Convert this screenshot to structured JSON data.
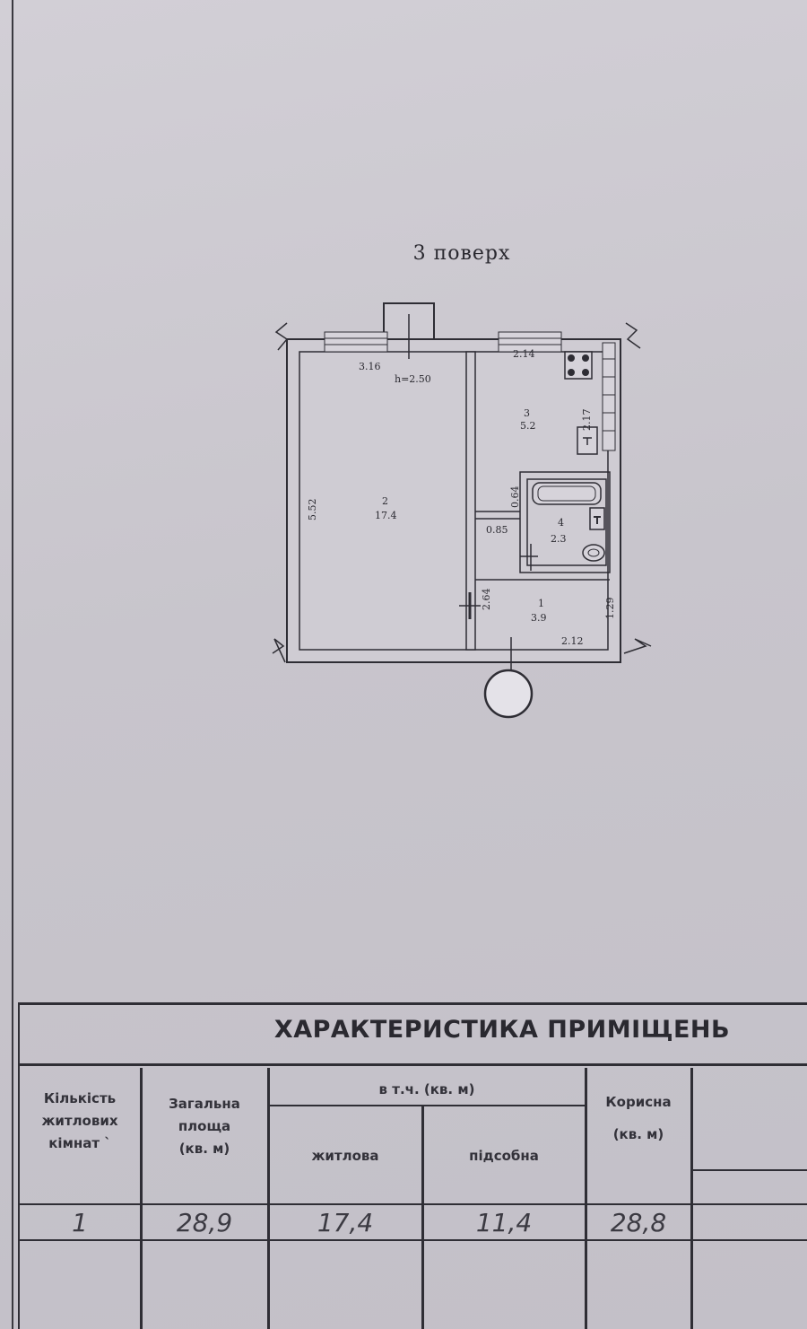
{
  "plan": {
    "floor_title": "3 поверх",
    "height_label": "h=2.50",
    "dimensions": {
      "room2_width": "3.16",
      "room2_length": "5.52",
      "kitchen_width": "2.14",
      "kitchen_side": "2.17",
      "corridor_gap": "0.64",
      "corridor_small": "0.85",
      "hall_side": "2.64",
      "hall_width": "2.12",
      "hall_right": "1.29"
    },
    "rooms": [
      {
        "number": "2",
        "area": "17.4"
      },
      {
        "number": "3",
        "area": "5.2"
      },
      {
        "number": "4",
        "area": "2.3"
      },
      {
        "number": "1",
        "area": "3.9"
      }
    ]
  },
  "table": {
    "title": "ХАРАКТЕРИСТИКА ПРИМІЩЕНЬ",
    "headers": {
      "rooms_count": [
        "Кількість",
        "житлових",
        "кімнат `"
      ],
      "total_area": [
        "Загальна",
        "площа",
        "(кв. м)"
      ],
      "incl": "в т.ч. (кв. м)",
      "living": "житлова",
      "auxiliary": "підсобна",
      "useful": [
        "Корисна",
        "(кв. м)"
      ]
    },
    "values": {
      "rooms_count": "1",
      "total_area": "28,9",
      "living": "17,4",
      "auxiliary": "11,4",
      "useful": "28,8"
    }
  }
}
